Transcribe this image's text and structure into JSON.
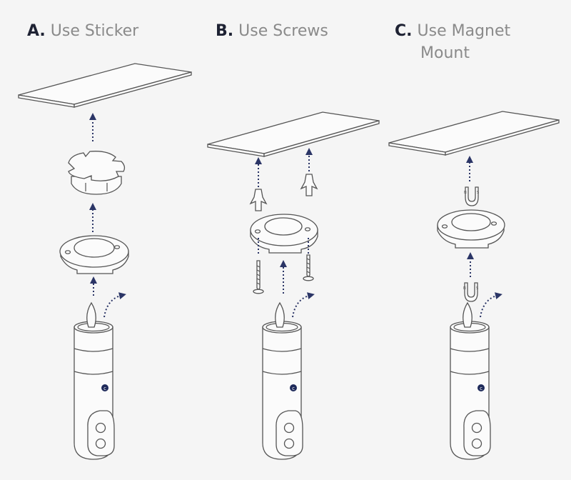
{
  "columns": [
    {
      "letter": "A.",
      "title": "Use Sticker"
    },
    {
      "letter": "B.",
      "title": "Use Screws"
    },
    {
      "letter": "C.",
      "title_line1": "Use Magnet",
      "title_line2": "Mount"
    }
  ],
  "colors": {
    "background": "#f5f5f5",
    "arrow": "#2b3566",
    "outline": "#555555",
    "letter": "#1e2233",
    "title": "#8a8a8a"
  }
}
